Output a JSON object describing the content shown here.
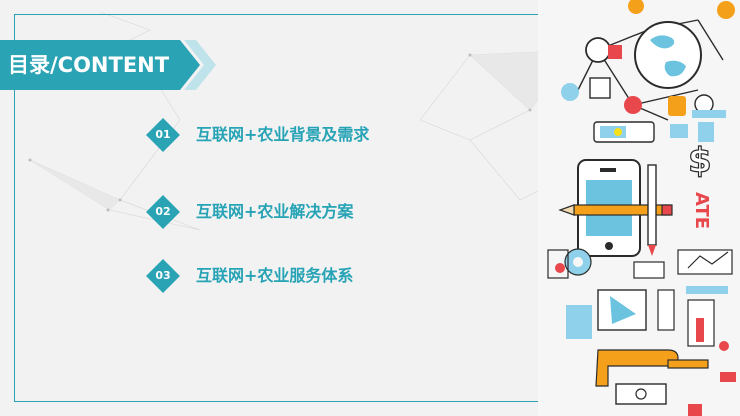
{
  "slide": {
    "title": "目录/CONTENT",
    "items": [
      {
        "number": "01",
        "label": "互联网+农业背景及需求"
      },
      {
        "number": "02",
        "label": "互联网+农业解决方案"
      },
      {
        "number": "03",
        "label": "互联网+农业服务体系"
      }
    ]
  },
  "art": {
    "chalkboard_text": "ATE"
  },
  "colors": {
    "accent": "#2aa3b5",
    "accent_dark": "#1f8a9a",
    "text": "#27a3b6",
    "background": "#f2f2f2",
    "orange": "#f5a01a",
    "red": "#e8474c",
    "light_blue": "#8fd1ea"
  }
}
